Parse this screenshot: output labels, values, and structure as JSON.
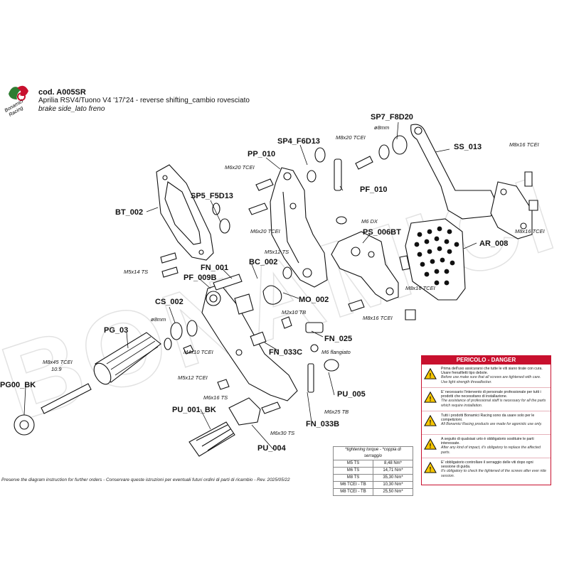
{
  "brand": {
    "logo_text_line1": "Bonamici",
    "logo_text_line2": "Racing",
    "watermark": "BONAMICI"
  },
  "header": {
    "code": "cod. A005SR",
    "model": "Aprilia RSV4/Tuono V4 '17/'24 - reverse shifting_cambio rovesciato",
    "side": "brake side_lato freno"
  },
  "parts": {
    "sp7_f8d20": "SP7_F8D20",
    "ss_013": "SS_013",
    "sp4_f6d13": "SP4_F6D13",
    "pp_010": "PP_010",
    "bt_002": "BT_002",
    "sp5_f5d13": "SP5_F5D13",
    "pf_010": "PF_010",
    "ps_006bt": "PS_006BT",
    "ar_008": "AR_008",
    "fn_001": "FN_001",
    "bc_002": "BC_002",
    "pf_009b": "PF_009B",
    "mo_002": "MO_002",
    "cs_002": "CS_002",
    "pg_03": "PG_03",
    "fn_025": "FN_025",
    "fn_033c": "FN_033C",
    "pg00_bk": "PG00_BK",
    "pu_005": "PU_005",
    "pu_001_bk": "PU_001_BK",
    "fn_033b": "FN_033B",
    "pu_004": "PU_004"
  },
  "callouts": {
    "m8x20_tcei": "M8x20 TCEI",
    "d8mm_top": "ø8mm",
    "m8x16_tcei_tr": "M8x16 TCEI",
    "m6x20_tcei_1": "M6x20 TCEI",
    "m6x20_tcei_2": "M6x20 TCEI",
    "m8x16_tcei_r": "M8x16 TCEI",
    "m6_dx": "M6 DX",
    "m5x12_ts_1": "M5x12 TS",
    "m5x14_ts": "M5x14 TS",
    "m8x16_tcei_mid": "M8x16 TCEI",
    "m8x16_tcei_low": "M8x16 TCEI",
    "m2x10_tb": "M2x10 TB",
    "d8mm_left": "ø8mm",
    "m6_flangiato": "M6 flangiato",
    "m4x10_tcei": "M4x10 TCEI",
    "m8x45_tcei": "M8x45 TCEI",
    "m8x45_val": "10.9",
    "m5x12_tcei": "M5x12 TCEI",
    "m6x16_ts": "M6x16 TS",
    "m6x25_tb": "M6x25 TB",
    "m6x30_ts": "M6x30 TS"
  },
  "torque": {
    "header": "*tightening torque - *coppia di serraggio",
    "rows": [
      {
        "size": "M5 TS",
        "value": "8,48 Nm*"
      },
      {
        "size": "M6 TS",
        "value": "14,71 Nm*"
      },
      {
        "size": "M8 TS",
        "value": "35,30 Nm*"
      },
      {
        "size": "M6 TCEI - TB",
        "value": "10,30 Nm*"
      },
      {
        "size": "M8 TCEI - TB",
        "value": "25,50 Nm*"
      }
    ]
  },
  "danger": {
    "title": "PERICOLO - DANGER",
    "items": [
      {
        "it": "Prima dell'uso assicurarsi che tutte le viti siano tirate con cura. Usare frenafiletti tipo debole.",
        "en": "Before use make sure that all screws are tightened with care. Use light strength threadlocker."
      },
      {
        "it": "E' necessario l'intervento di personale professionale per tutti i prodotti che necessitano di installazione.",
        "en": "The assistance of professional staff is necessary for all the parts which require installation."
      },
      {
        "it": "Tutti i prodotti Bonamici Racing sono da usare solo per le competizioni.",
        "en": "All Bonamici Racing products are made for agonistic use only."
      },
      {
        "it": "A seguito di qualsiasi urto è obbligatorio sostituire le parti interessate.",
        "en": "After any kind of impact, it's obligatory to replace the affected parts."
      },
      {
        "it": "E' obbligatorio controllare il serraggio delle viti dopo ogni sessione di guida.",
        "en": "It's obligatory to check the tightened of the screws after ever ride session."
      }
    ]
  },
  "footer": "Preserve the diagram instruction for further orders - Conservare queste istruzioni per eventuali futuri ordini di parti di ricambio - Rev. 2025/05/22",
  "colors": {
    "danger_red": "#c8102e",
    "logo_red": "#c8102e",
    "logo_green": "#2e7d32",
    "line": "#111111"
  }
}
